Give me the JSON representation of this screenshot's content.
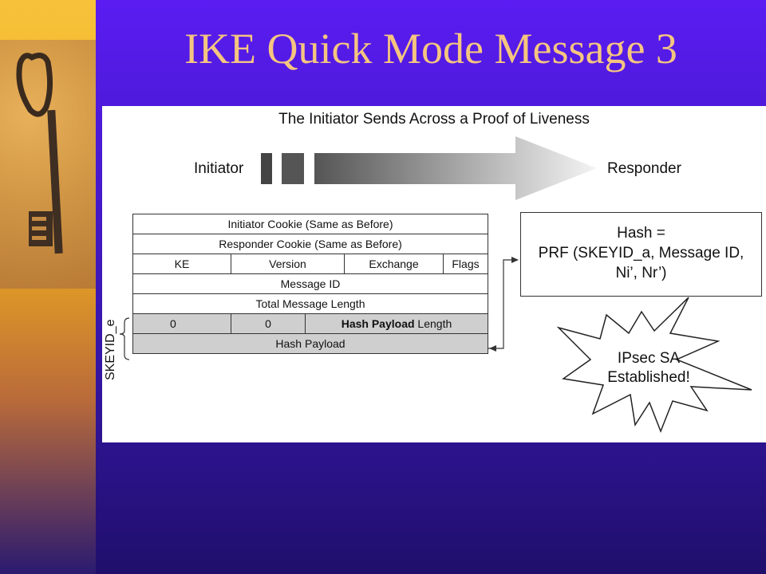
{
  "slide": {
    "title": "IKE Quick Mode Message 3"
  },
  "diagram": {
    "caption": "The Initiator Sends Across a Proof of Liveness",
    "initiator": "Initiator",
    "responder": "Responder",
    "packet": {
      "row1": "Initiator Cookie (Same as Before)",
      "row2": "Responder Cookie (Same as Before)",
      "row3": {
        "ke": "KE",
        "version": "Version",
        "exchange": "Exchange",
        "flags": "Flags"
      },
      "row4": "Message ID",
      "row5": "Total Message Length",
      "row6": {
        "c1": "0",
        "c2": "0",
        "c3_bold": "Hash Payload",
        "c3_rest": " Length"
      },
      "row7": "Hash Payload"
    },
    "encryption_label": "SKEYID_e",
    "hash": {
      "line1": "Hash =",
      "line2": "PRF (SKEYID_a, Message ID,",
      "line3": "Ni’, Nr’)"
    },
    "burst": {
      "line1": "IPsec SA",
      "line2": "Established!"
    },
    "colors": {
      "slide_bg": "#5a1cf2",
      "title_color": "#f5c580",
      "gray_row": "#cfcfcf"
    }
  },
  "decoration": {
    "left_image": "antique-key-icon"
  }
}
